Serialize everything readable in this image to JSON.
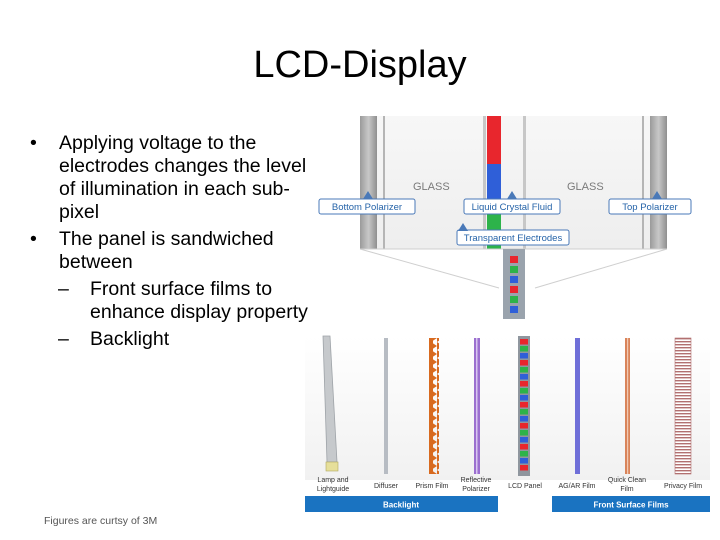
{
  "slide": {
    "title": "LCD-Display",
    "bullets": [
      {
        "text": "Applying voltage to the electrodes changes the level of illumination in each sub-pixel"
      },
      {
        "text": "The panel is sandwiched between",
        "sub": [
          "Front surface films to enhance display property",
          "Backlight"
        ]
      }
    ],
    "footnote": "Figures are curtsy of 3M"
  },
  "figure_top": {
    "glass_left": "GLASS",
    "glass_right": "GLASS",
    "bottom_polarizer": "Bottom Polarizer",
    "liquid_crystal_fluid": "Liquid Crystal Fluid",
    "top_polarizer": "Top Polarizer",
    "transparent_electrodes": "Transparent Electrodes"
  },
  "figure_bottom": {
    "layers": {
      "lamp": [
        "Lamp and",
        "Lightguide"
      ],
      "diffuser": "Diffuser",
      "prism": "Prism Film",
      "reflective": [
        "Reflective",
        "Polarizer"
      ],
      "lcd": "LCD Panel",
      "agar": "AG/AR Film",
      "quickclean": [
        "Quick Clean",
        "Film"
      ],
      "privacy": "Privacy Film"
    },
    "group_backlight": "Backlight",
    "group_front": "Front Surface Films"
  },
  "colors": {
    "accent_blue": "#1a73c1",
    "label_blue": "#2563a8",
    "pixel_red": "#e8262d",
    "pixel_green": "#2db34a",
    "pixel_blue": "#2f5fd8"
  }
}
